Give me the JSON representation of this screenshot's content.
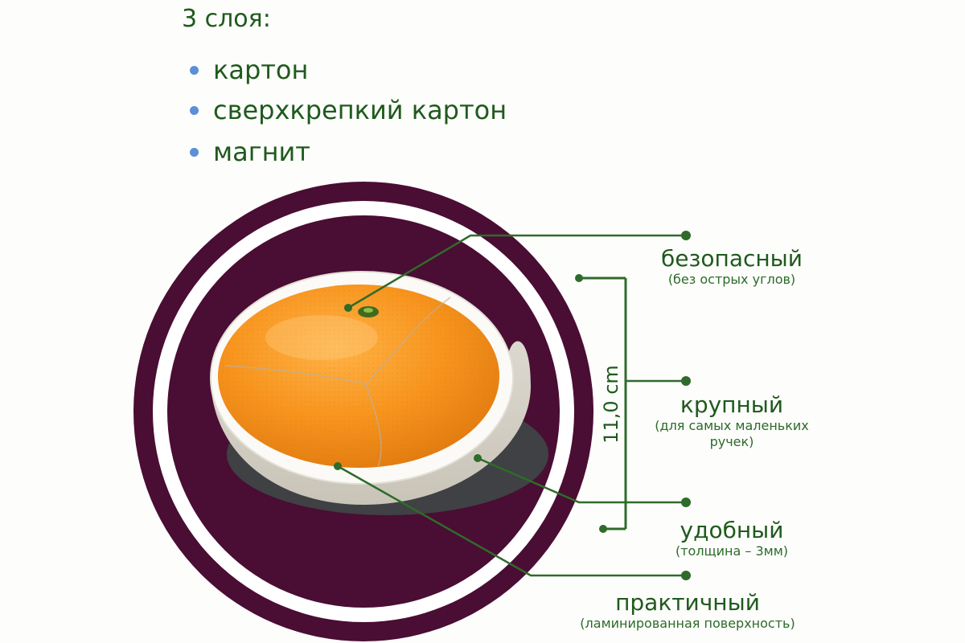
{
  "layers": {
    "title": "3 слоя:",
    "items": [
      "картон",
      "сверхкрепкий картон",
      "магнит"
    ]
  },
  "dimension": "11,0 cm",
  "features": [
    {
      "title": "безопасный",
      "sub1": "(без острых углов)",
      "sub2": ""
    },
    {
      "title": "крупный",
      "sub1": "(для самых маленьких",
      "sub2": "ручек)"
    },
    {
      "title": "удобный",
      "sub1": "(толщина – 3мм)",
      "sub2": ""
    },
    {
      "title": "практичный",
      "sub1": "(ламинированная поверхность)",
      "sub2": ""
    }
  ],
  "colors": {
    "text_green": "#1f5a1c",
    "line_green": "#2f6b2a",
    "ring_purple": "#4a0d33",
    "orange": "#f59a1f",
    "bullet_blue": "#5b8fd6"
  },
  "icons": {
    "bullet": "dot-bullet",
    "fruit": "orange-fruit"
  }
}
